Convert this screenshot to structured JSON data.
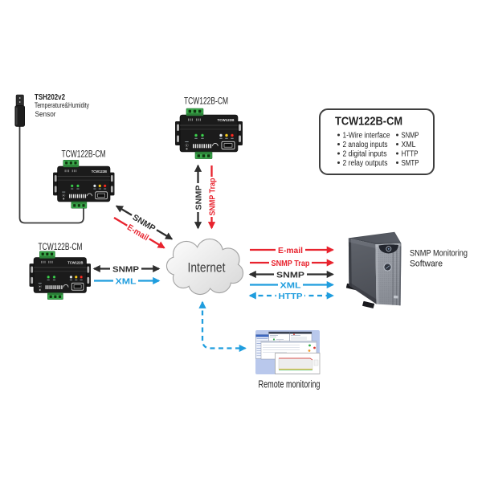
{
  "colors": {
    "red": "#e8232e",
    "blue": "#1f9dde",
    "arrow": "#2e2e2e",
    "terminal_green": "#3aa94b",
    "remote_bg": "#b9c8ec"
  },
  "sensor": {
    "title": "TSH202v2",
    "subtitle_line1": "Temperature&Humidity",
    "subtitle_line2": "Sensor"
  },
  "devices": [
    {
      "label": "TCW122B-CM",
      "body_label": "TCW122B"
    },
    {
      "label": "TCW122B-CM",
      "body_label": "TCW122B"
    },
    {
      "label": "TCW122B-CM",
      "body_label": "TCW122B"
    }
  ],
  "cloud": {
    "label": "Internet"
  },
  "links": {
    "dev1_snmp": "SNMP",
    "dev1_email": "E-mail",
    "dev2_snmp": "SNMP",
    "dev2_snmptrap": "SNMP Trap",
    "dev3_snmp": "SNMP",
    "dev3_xml": "XML",
    "server_email": "E-mail",
    "server_snmptrap": "SNMP Trap",
    "server_snmp": "SNMP",
    "server_xml": "XML",
    "server_http": "HTTP"
  },
  "feature_box": {
    "title": "TCW122B-CM",
    "left_items": [
      "1-Wire interface",
      "2 analog inputs",
      "2 digital inputs",
      "2 relay outputs"
    ],
    "right_items": [
      "SNMP",
      "XML",
      "HTTP",
      "SMTP"
    ]
  },
  "server": {
    "label_line1": "SNMP Monitoring",
    "label_line2": "Software"
  },
  "remote": {
    "label": "Remote monitoring"
  }
}
